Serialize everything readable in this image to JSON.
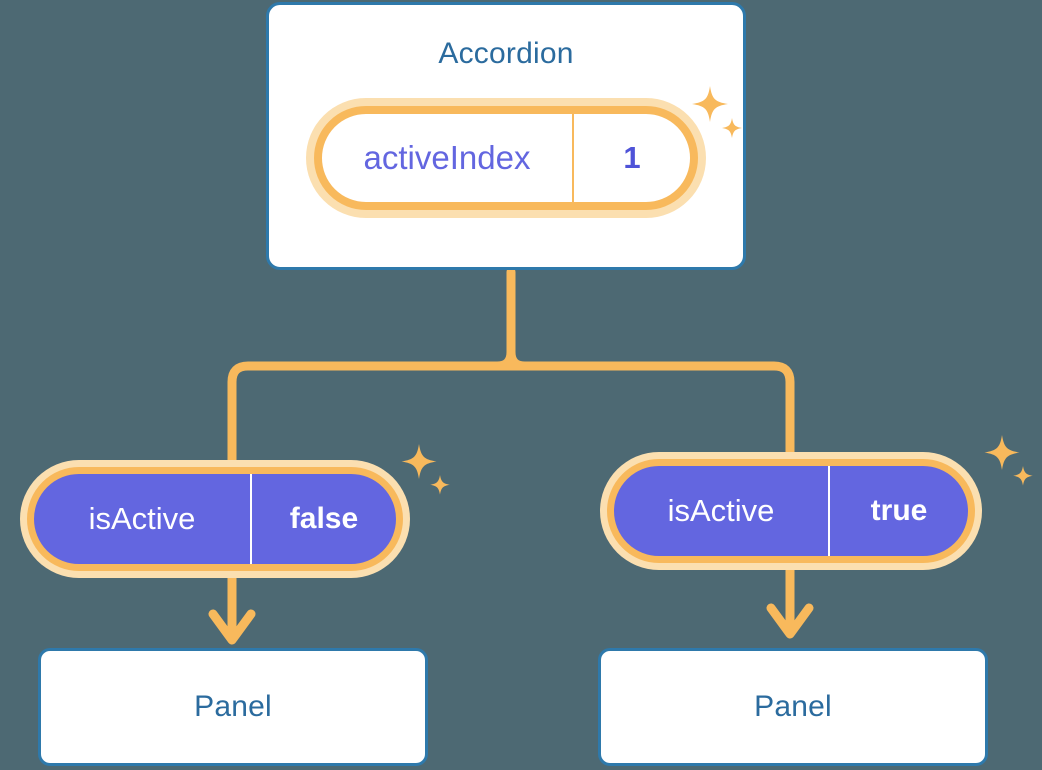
{
  "background_color": "#4d6973",
  "accent_colors": {
    "card_border_blue": "#2e79ab",
    "title_blue": "#2b6b9e",
    "ring_orange": "#f8b95c",
    "ring_glow_orange": "#fbdfb0",
    "state_purple": "#6366e0",
    "connector_orange": "#f8b95c",
    "card_background": "#ffffff"
  },
  "root": {
    "title": "Accordion",
    "state": {
      "key": "activeIndex",
      "value": "1",
      "sparkle_icon": "sparkles-icon"
    }
  },
  "children": [
    {
      "state": {
        "key": "isActive",
        "value": "false",
        "sparkle_icon": "sparkles-icon"
      },
      "panel": {
        "title": "Panel"
      }
    },
    {
      "state": {
        "key": "isActive",
        "value": "true",
        "sparkle_icon": "sparkles-icon"
      },
      "panel": {
        "title": "Panel"
      }
    }
  ]
}
